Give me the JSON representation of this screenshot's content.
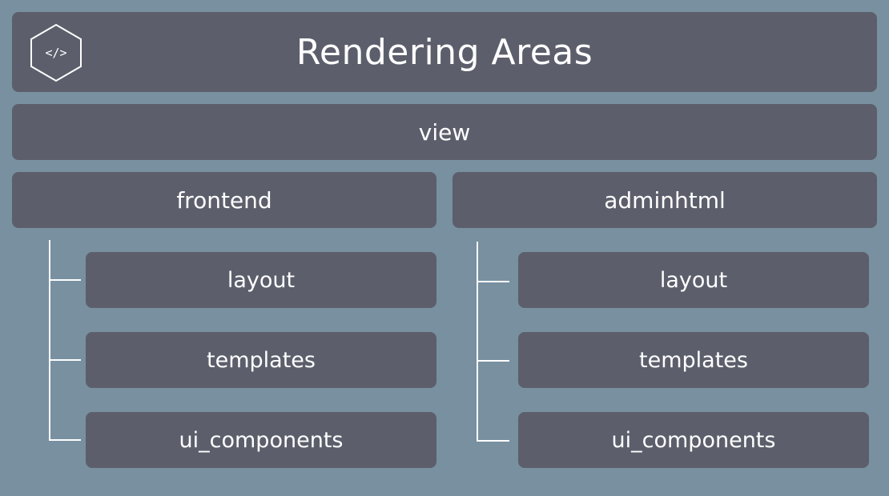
{
  "title": "Rendering Areas",
  "logo_text": "</>",
  "logo_icon": "code-hexagon-icon",
  "root": {
    "label": "view"
  },
  "areas": [
    {
      "label": "frontend",
      "children": [
        "layout",
        "templates",
        "ui_components"
      ]
    },
    {
      "label": "adminhtml",
      "children": [
        "layout",
        "templates",
        "ui_components"
      ]
    }
  ],
  "colors": {
    "background": "#7890a0",
    "box": "#5c5f6b",
    "text": "#ffffff",
    "connector": "#ffffff"
  }
}
